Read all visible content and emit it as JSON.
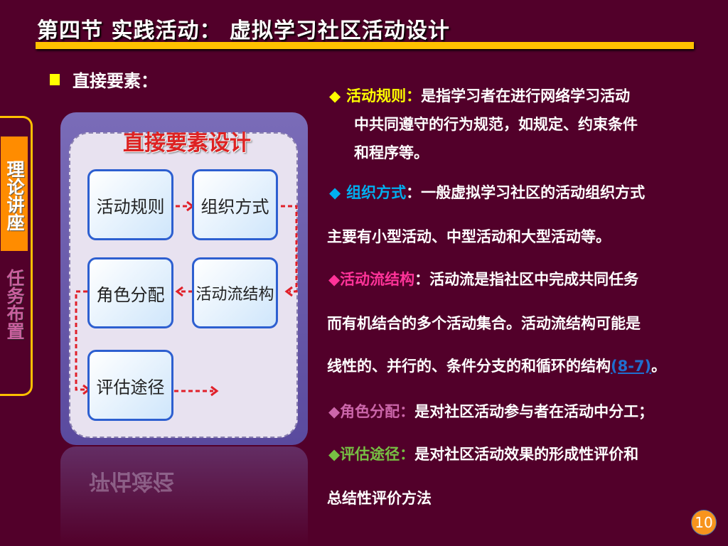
{
  "title": "第四节 实践活动： 虚拟学习社区活动设计",
  "sidebar": {
    "active": "理论讲座",
    "inactive": "任务布置"
  },
  "sub_heading": "直接要素：",
  "diagram": {
    "title": "直接要素设计",
    "nodes": [
      "活动规则",
      "组织方式",
      "活动流结构",
      "角色分配",
      "评估途径"
    ],
    "reflection_text": "评估途径"
  },
  "items": [
    {
      "label": "活动规则：",
      "color": "#ffff00",
      "bullet_color": "#ffff00",
      "lines": [
        "是指学习者在进行网络学习活动",
        "中共同遵守的行为规范，如规定、约束条件",
        "和程序等。"
      ]
    },
    {
      "label": "组织方式",
      "color": "#00b0f0",
      "bullet_color": "#00b0f0",
      "lines": [
        "：一般虚拟学习社区的活动组织方式",
        "主要有小型活动、中型活动和大型活动等。"
      ]
    },
    {
      "label": "活动流结构",
      "color": "#ff3399",
      "bullet_color": "#ff3399",
      "lines": [
        "：活动流是指社区中完成共同任务",
        "而有机结合的多个活动集合。活动流结构可能是",
        "线性的、并行的、条件分支的和循环的结构"
      ],
      "link": "(8-7)",
      "end": "。"
    },
    {
      "label": "角色分配：",
      "color": "#cc66aa",
      "bullet_color": "#cc66aa",
      "lines": [
        "是对社区活动参与者在活动中分工；"
      ]
    },
    {
      "label": "评估途径：",
      "color": "#77c043",
      "bullet_color": "#77c043",
      "lines": [
        "是对社区活动效果的形成性评价和",
        "总结性评价方法"
      ]
    }
  ],
  "bullet_icon": "diamond-icon",
  "page_number": "10",
  "colors": {
    "background": "#52002a",
    "accent": "#ffc000",
    "side_active": "#ff8c00"
  }
}
